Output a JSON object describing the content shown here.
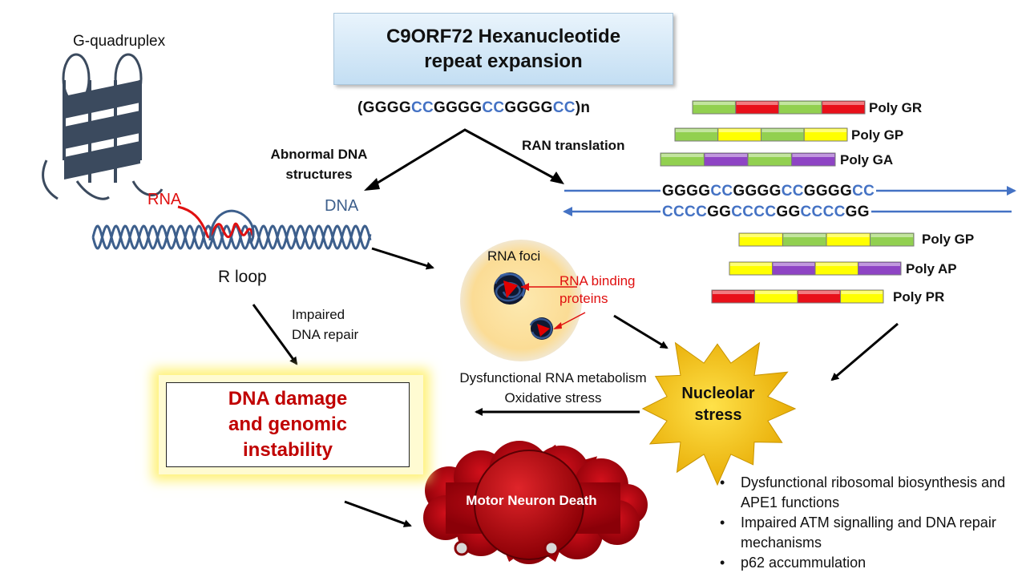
{
  "title": {
    "line1": "C9ORF72 Hexanucleotide",
    "line2": "repeat expansion"
  },
  "repeat_sequence": {
    "parts": [
      {
        "text": "(GGGG",
        "blue": false
      },
      {
        "text": "CC",
        "blue": true
      },
      {
        "text": "GGGG",
        "blue": false
      },
      {
        "text": "CC",
        "blue": true
      },
      {
        "text": "GGGG",
        "blue": false
      },
      {
        "text": "CC",
        "blue": true
      },
      {
        "text": ")n",
        "blue": false
      }
    ]
  },
  "labels": {
    "g_quadruplex": "G-quadruplex",
    "rna": "RNA",
    "dna": "DNA",
    "r_loop": "R loop",
    "abnormal_line1": "Abnormal DNA",
    "abnormal_line2": "structures",
    "ran_translation": "RAN translation",
    "rna_foci": "RNA foci",
    "rbp_line1": "RNA binding",
    "rbp_line2": "proteins",
    "impaired_line1": "Impaired",
    "impaired_line2": "DNA repair",
    "dysfunctional_line1": "Dysfunctional RNA metabolism",
    "dysfunctional_line2": "Oxidative stress",
    "nucleolar_line1": "Nucleolar",
    "nucleolar_line2": "stress",
    "dna_damage_line1": "DNA damage",
    "dna_damage_line2": "and genomic",
    "dna_damage_line3": "instability",
    "motor_neuron_death": "Motor Neuron Death"
  },
  "sense_strand": {
    "parts": [
      {
        "text": "GGGG",
        "blue": false
      },
      {
        "text": "CC",
        "blue": true
      },
      {
        "text": "GGGG",
        "blue": false
      },
      {
        "text": "CC",
        "blue": true
      },
      {
        "text": "GGGG",
        "blue": false
      },
      {
        "text": "CC",
        "blue": true
      }
    ]
  },
  "antisense_strand": {
    "parts": [
      {
        "text": "CCCC",
        "blue": true
      },
      {
        "text": "GG",
        "blue": false
      },
      {
        "text": "CCCC",
        "blue": true
      },
      {
        "text": "GG",
        "blue": false
      },
      {
        "text": "CCCC",
        "blue": true
      },
      {
        "text": "GG",
        "blue": false
      }
    ]
  },
  "dipeptides": [
    {
      "label": "Poly GR",
      "segments": [
        "green",
        "red",
        "green",
        "red"
      ]
    },
    {
      "label": "Poly GP",
      "segments": [
        "green",
        "yellow",
        "green",
        "yellow"
      ]
    },
    {
      "label": "Poly GA",
      "segments": [
        "green",
        "purple",
        "green",
        "purple"
      ]
    },
    {
      "label": "Poly GP",
      "segments": [
        "yellow",
        "green",
        "yellow",
        "green"
      ]
    },
    {
      "label": "Poly AP",
      "segments": [
        "yellow",
        "purple",
        "yellow",
        "purple"
      ]
    },
    {
      "label": "Poly PR",
      "segments": [
        "red",
        "yellow",
        "red",
        "yellow"
      ]
    }
  ],
  "nucleolar_bullets": [
    "Dysfunctional ribosomal biosynthesis and APE1 functions",
    "Impaired ATM signalling and DNA repair mechanisms",
    "p62 accummulation"
  ],
  "colors": {
    "green": "#92d050",
    "red": "#e8101a",
    "yellow": "#ffff00",
    "purple": "#8e44c4",
    "strand_blue": "#4472c4",
    "dna_damage_text": "#c00000",
    "helix": "#3d5f8c",
    "quadruplex": "#3b4a5e",
    "star": "#f5c400",
    "neuron": "#b0000a"
  }
}
